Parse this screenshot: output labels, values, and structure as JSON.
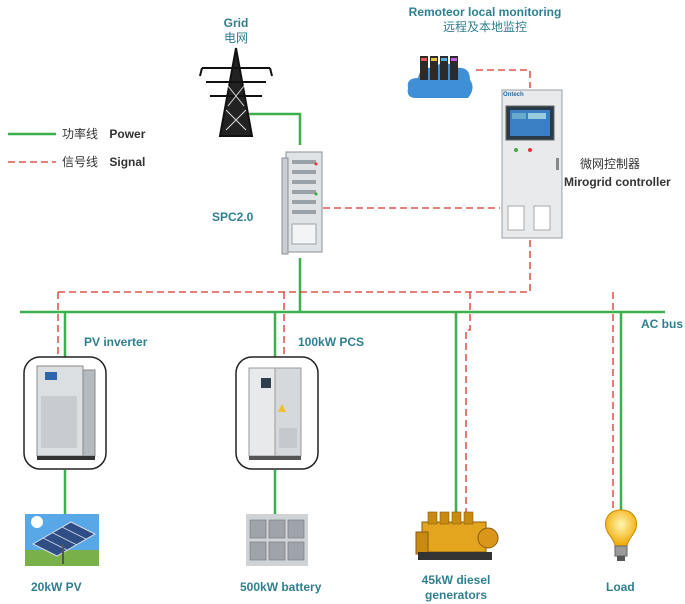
{
  "grid": {
    "title_en": "Grid",
    "title_cn": "电网"
  },
  "remote": {
    "title_en": "Remoteor local monitoring",
    "title_cn": "远程及本地监控"
  },
  "legend": {
    "power_cn": "功率线",
    "power_en": "Power",
    "signal_cn": "信号线",
    "signal_en": "Signal"
  },
  "spc": {
    "label": "SPC2.0"
  },
  "controller": {
    "label_cn": "微网控制器",
    "label_en": "Mirogrid controller",
    "brand": "Ontech"
  },
  "bus": {
    "label": "AC bus"
  },
  "pv_inverter": {
    "label": "PV inverter"
  },
  "pcs": {
    "label": "100kW PCS"
  },
  "pv": {
    "label": "20kW PV"
  },
  "battery": {
    "label": "500kW battery"
  },
  "diesel": {
    "line1": "45kW diesel",
    "line2": "generators"
  },
  "load": {
    "label": "Load"
  },
  "colors": {
    "power": "#3cb04c",
    "signal": "#d9342b",
    "label": "#2f7f8f"
  }
}
